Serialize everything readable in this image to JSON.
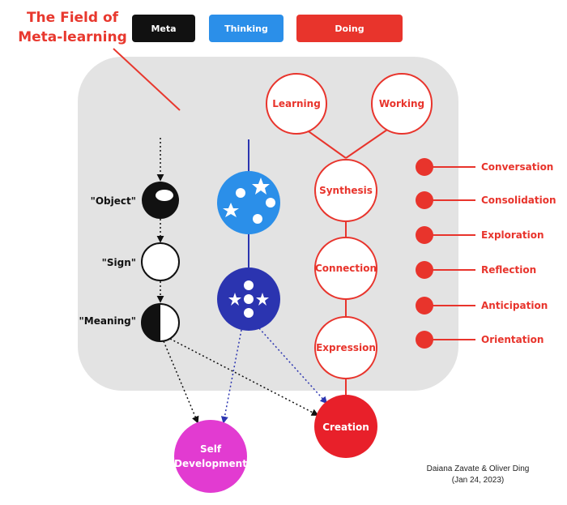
{
  "title_line1": "The Field of",
  "title_line2": "Meta-learning",
  "legend": {
    "meta": {
      "label": "Meta",
      "color": "#111111"
    },
    "thinking": {
      "label": "Thinking",
      "color": "#2b8fe9"
    },
    "doing": {
      "label": "Doing",
      "color": "#e8342c"
    }
  },
  "meta_column": {
    "object_label": "\"Object\"",
    "sign_label": "\"Sign\"",
    "meaning_label": "\"Meaning\""
  },
  "doing_nodes": {
    "learning": "Learning",
    "working": "Working",
    "synthesis": "Synthesis",
    "connection": "Connection",
    "expression": "Expression",
    "creation": "Creation"
  },
  "right_list": [
    "Conversation",
    "Consolidation",
    "Exploration",
    "Reflection",
    "Anticipation",
    "Orientation"
  ],
  "self_development": {
    "line1": "Self",
    "line2": "Development",
    "color": "#e23bd1"
  },
  "credit": {
    "line1": "Daiana Zavate & Oliver Ding",
    "line2": "(Jan 24, 2023)"
  }
}
